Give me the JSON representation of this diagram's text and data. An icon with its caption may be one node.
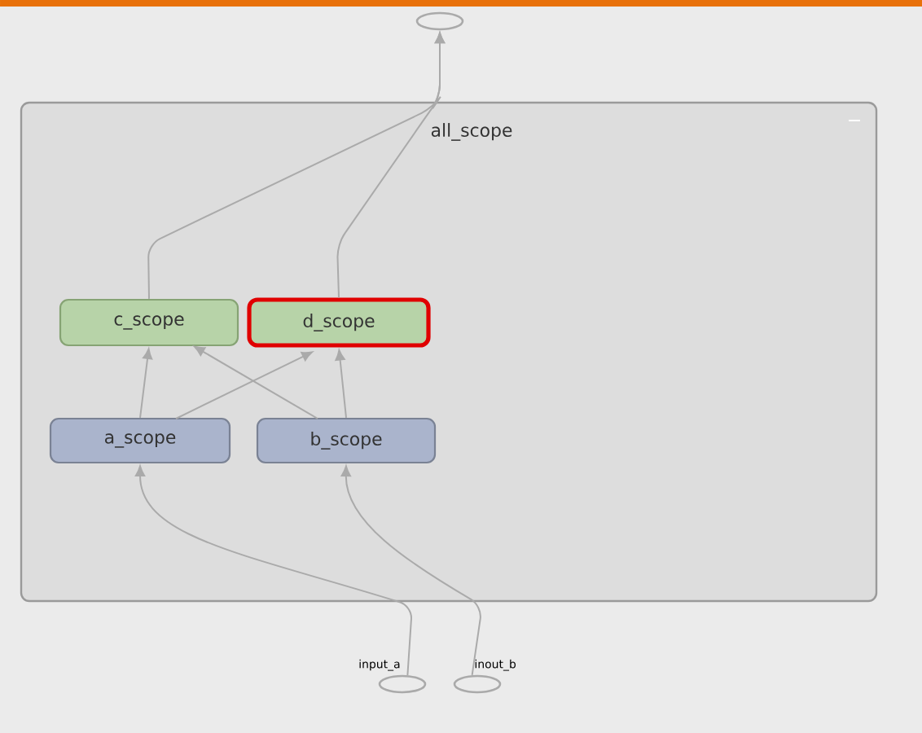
{
  "diagram": {
    "nodes": [
      {
        "text": [],
        "shape": "circle"
      },
      {
        "text": [
          "all_scope"
        ]
      },
      {
        "text": [
          "c_scope"
        ],
        "in": 1
      },
      {
        "text": [
          "d_scope"
        ],
        "in": 1
      },
      {
        "text": [
          "a_scope"
        ],
        "in": 1
      },
      {
        "text": [
          "b_scope"
        ],
        "in": 1
      },
      {
        "text": [
          "input_a"
        ]
      },
      {
        "text": [
          "inout_b"
        ]
      }
    ],
    "edges": [
      {
        "from": 6,
        "to": 4,
        "arrow": "to"
      },
      {
        "from": 7,
        "to": 5,
        "arrow": "to"
      },
      {
        "from": 4,
        "to": 2,
        "arrow": "to"
      },
      {
        "from": 4,
        "to": 3,
        "arrow": "to"
      },
      {
        "from": 5,
        "to": 2,
        "arrow": "to"
      },
      {
        "from": 5,
        "to": 3,
        "arrow": "to"
      },
      {
        "from": 2,
        "to": 0,
        "arrow": "to"
      },
      {
        "from": 3,
        "to": 0,
        "arrow": "to"
      }
    ]
  }
}
